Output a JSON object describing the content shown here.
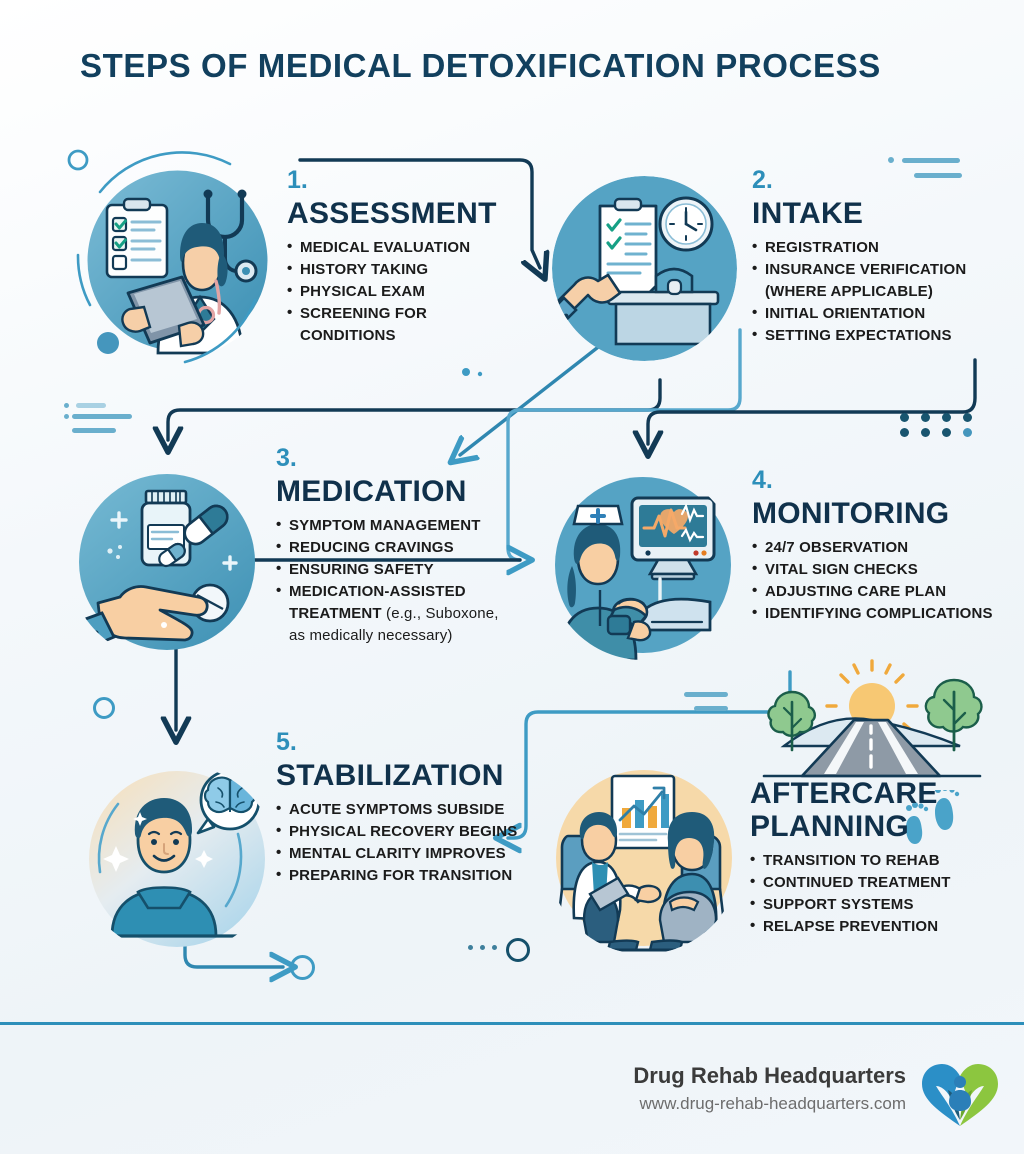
{
  "page": {
    "title": "STEPS OF MEDICAL DETOXIFICATION PROCESS"
  },
  "colors": {
    "title_navy": "#12405e",
    "heading_navy": "#10314b",
    "number_blue": "#2d8fba",
    "accent_blue": "#3e9bc4",
    "connector_dark": "#123a55",
    "connector_light": "#3e9bc4",
    "circle_blue": "#5aa7c6",
    "circle_warm": "#f2d9ae",
    "logo_blue": "#2b8fc7",
    "logo_green": "#8cc63f",
    "footer_rule": "#2d8fba"
  },
  "steps": [
    {
      "number": "1.",
      "heading": "ASSESSMENT",
      "icon": "doctor-with-clipboard-icon",
      "bullets": [
        {
          "text": "MEDICAL EVALUATION",
          "continuation": false
        },
        {
          "text": "HISTORY TAKING",
          "continuation": false
        },
        {
          "text": "PHYSICAL EXAM",
          "continuation": false
        },
        {
          "text": "SCREENING FOR",
          "continuation": false
        },
        {
          "text": "CONDITIONS",
          "continuation": true
        }
      ]
    },
    {
      "number": "2.",
      "heading": "INTAKE",
      "icon": "reception-desk-clipboard-icon",
      "bullets": [
        {
          "text": "REGISTRATION",
          "continuation": false
        },
        {
          "text": "INSURANCE VERIFICATION",
          "continuation": false
        },
        {
          "text": "(WHERE APPLICABLE)",
          "continuation": true
        },
        {
          "text": "INITIAL ORIENTATION",
          "continuation": false
        },
        {
          "text": "SETTING EXPECTATIONS",
          "continuation": false
        }
      ]
    },
    {
      "number": "3.",
      "heading": "MEDICATION",
      "icon": "hand-with-pills-icon",
      "bullets": [
        {
          "text": "SYMPTOM MANAGEMENT",
          "continuation": false
        },
        {
          "text": "REDUCING CRAVINGS",
          "continuation": false
        },
        {
          "text": "ENSURING SAFETY",
          "continuation": false
        },
        {
          "text": "MEDICATION-ASSISTED",
          "continuation": false
        },
        {
          "text": "TREATMENT",
          "suffix": " (e.g., Suboxone,",
          "continuation": true
        },
        {
          "text": "",
          "suffix": "as medically necessary)",
          "continuation": true
        }
      ]
    },
    {
      "number": "4.",
      "heading": "MONITORING",
      "icon": "nurse-vital-monitor-icon",
      "bullets": [
        {
          "text": "24/7 OBSERVATION",
          "continuation": false
        },
        {
          "text": "VITAL SIGN CHECKS",
          "continuation": false
        },
        {
          "text": "ADJUSTING CARE PLAN",
          "continuation": false
        },
        {
          "text": "IDENTIFYING COMPLICATIONS",
          "continuation": false
        }
      ]
    },
    {
      "number": "5.",
      "heading": "STABILIZATION",
      "icon": "person-brain-thought-icon",
      "bullets": [
        {
          "text": "ACUTE SYMPTOMS SUBSIDE",
          "continuation": false
        },
        {
          "text": "PHYSICAL RECOVERY BEGINS",
          "continuation": false
        },
        {
          "text": "MENTAL CLARITY IMPROVES",
          "continuation": false
        },
        {
          "text": "PREPARING FOR TRANSITION",
          "continuation": false
        }
      ]
    },
    {
      "number": "",
      "heading_line1": "AFTERCARE",
      "heading_line2": "PLANNING",
      "icon": "counseling-session-icon",
      "decor_icon": "road-to-horizon-icon",
      "side_icon": "footprints-icon",
      "bullets": [
        {
          "text": "TRANSITION TO REHAB",
          "continuation": false
        },
        {
          "text": "CONTINUED TREATMENT",
          "continuation": false
        },
        {
          "text": "SUPPORT SYSTEMS",
          "continuation": false
        },
        {
          "text": "RELAPSE PREVENTION",
          "continuation": false
        }
      ]
    }
  ],
  "footer": {
    "brand_name": "Drug Rehab Headquarters",
    "brand_url": "www.drug-rehab-headquarters.com",
    "logo_icon": "heart-people-logo-icon"
  }
}
